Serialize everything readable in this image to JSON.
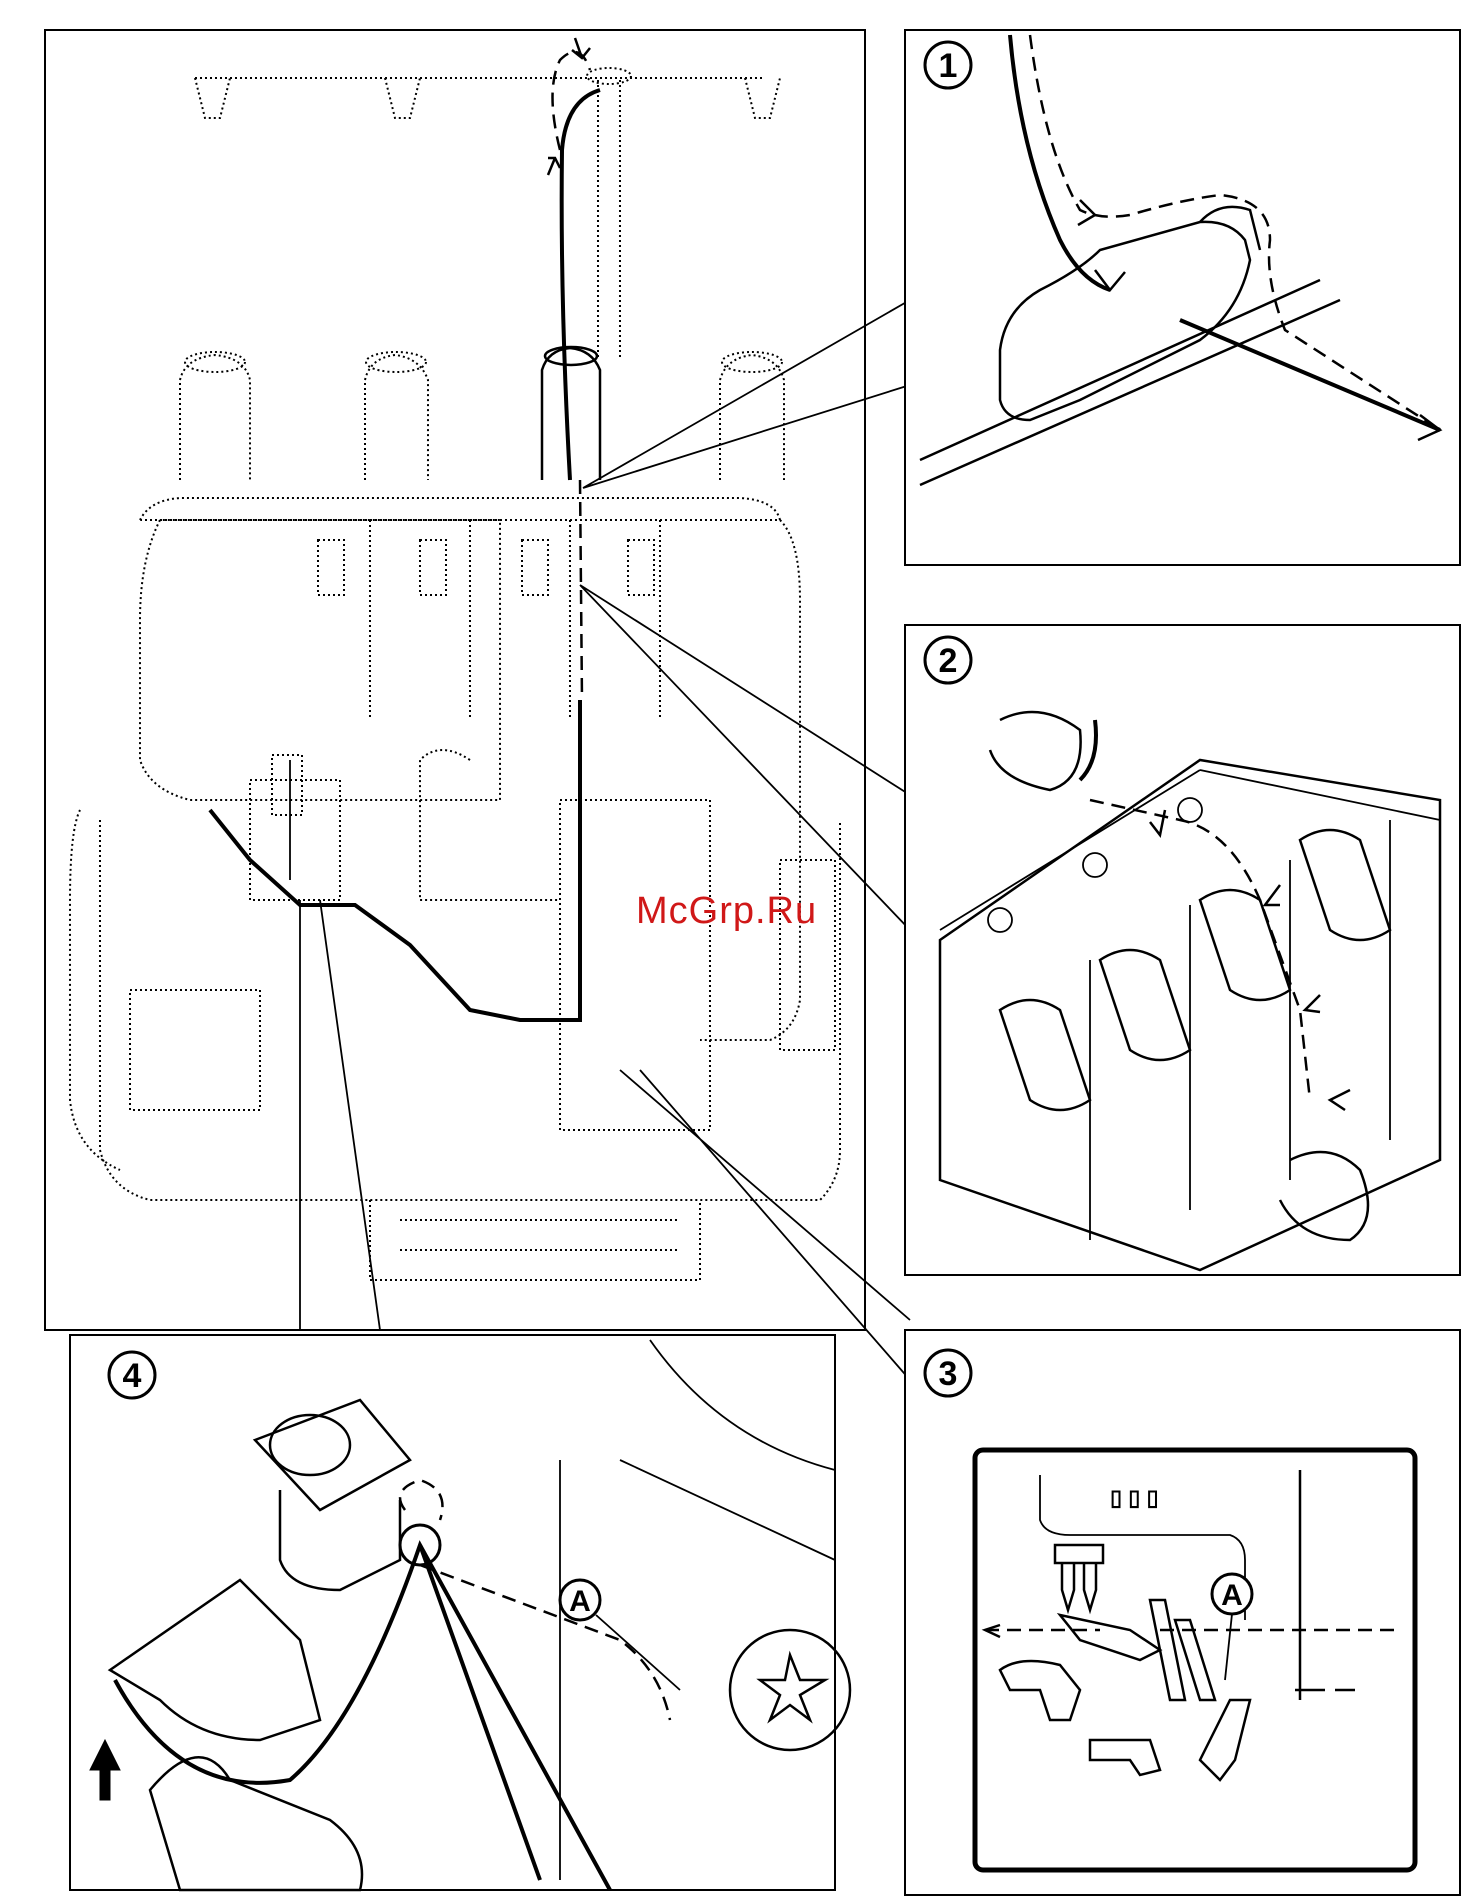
{
  "step_labels": [
    "1",
    "2",
    "3",
    "4"
  ],
  "callout_label": "A",
  "needle_marks": "▯ ▯ ▯",
  "watermark": "McGrp.Ru",
  "colors": {
    "line": "#000000",
    "background": "#ffffff",
    "watermark": "#d01818"
  }
}
